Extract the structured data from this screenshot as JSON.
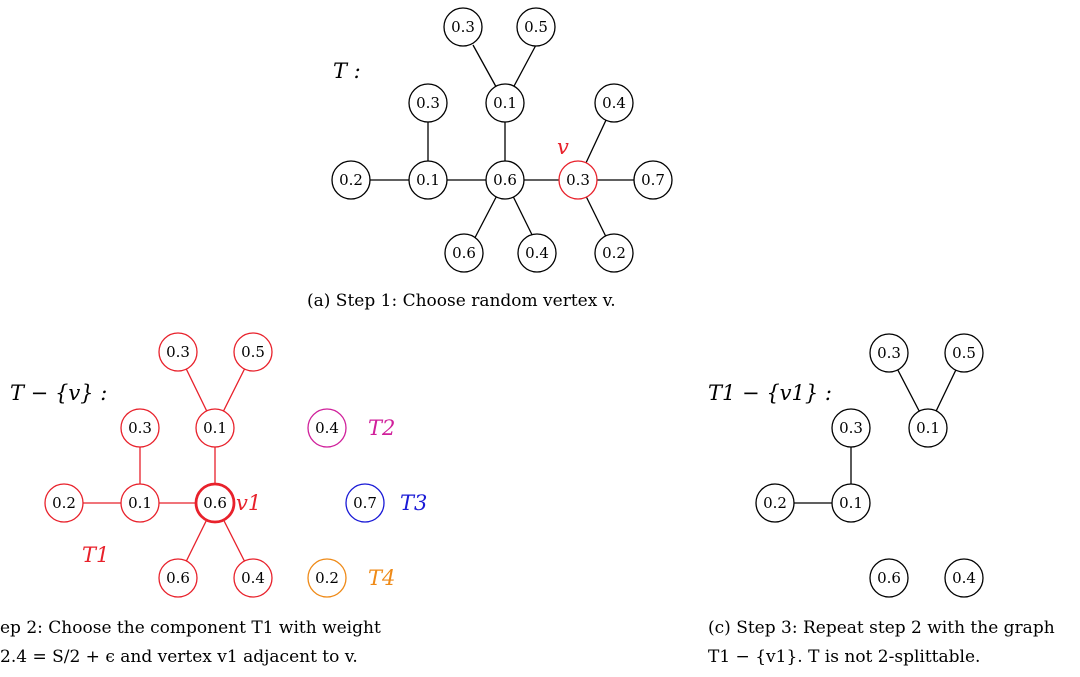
{
  "colors": {
    "black": "#000000",
    "red": "#e8212b",
    "magenta": "#d0209b",
    "blue": "#1a1ad6",
    "orange": "#ef8a17"
  },
  "panel_a": {
    "title": "T :",
    "v_label": "v",
    "caption": "(a) Step 1: Choose random vertex v.",
    "nodes": [
      "0.3",
      "0.5",
      "0.3",
      "0.1",
      "0.4",
      "0.2",
      "0.1",
      "0.6",
      "0.3",
      "0.7",
      "0.6",
      "0.4",
      "0.2"
    ]
  },
  "panel_b": {
    "title": "T − {v} :",
    "v1_label": "v1",
    "t1_label": "T1",
    "t2_label": "T2",
    "t3_label": "T3",
    "t4_label": "T4",
    "caption_line1": "ep 2:  Choose the component T1 with weight",
    "caption_line2": "2.4 = S/2 + ϵ and vertex v1 adjacent to v.",
    "nodes": [
      "0.3",
      "0.5",
      "0.3",
      "0.1",
      "0.2",
      "0.1",
      "0.6",
      "0.6",
      "0.4",
      "0.4",
      "0.7",
      "0.2"
    ]
  },
  "panel_c": {
    "title": "T1 − {v1} :",
    "caption_line1": "(c) Step 3:  Repeat step 2 with the graph",
    "caption_line2": "T1 − {v1}. T is not 2-splittable.",
    "nodes": [
      "0.3",
      "0.5",
      "0.1",
      "0.3",
      "0.2",
      "0.1",
      "0.6",
      "0.4"
    ]
  }
}
